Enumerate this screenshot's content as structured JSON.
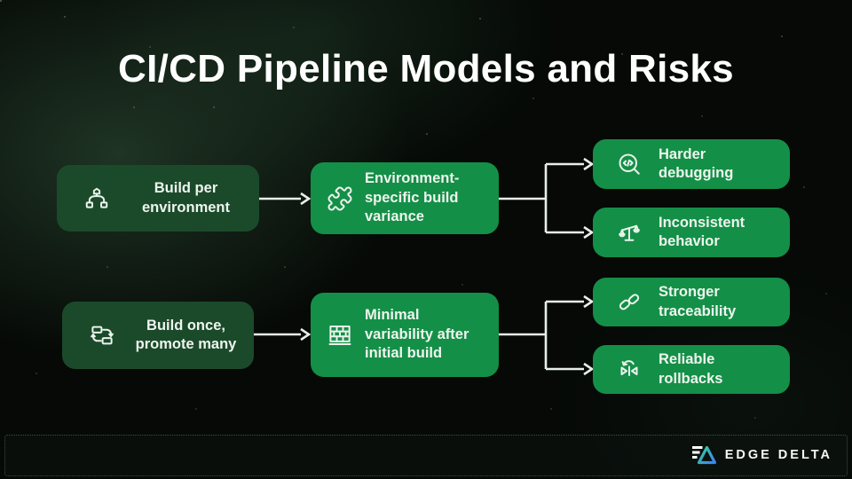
{
  "slide": {
    "title": "CI/CD Pipeline Models and Risks"
  },
  "colors": {
    "model_box": "#1b4a2b",
    "effect_box": "#148f47",
    "background": "#060906",
    "text": "#eef5ee",
    "connector": "#e8efe8",
    "logo_green": "#34d399",
    "logo_blue": "#3b82f6"
  },
  "rows": [
    {
      "model": {
        "label": "Build per\nenvironment",
        "icon": "hierarchy-icon"
      },
      "cause": {
        "label": "Environment-\nspecific build\nvariance",
        "icon": "puzzle-icon"
      },
      "outcomes": [
        {
          "label": "Harder\ndebugging",
          "icon": "code-search-icon"
        },
        {
          "label": "Inconsistent\nbehavior",
          "icon": "scales-icon"
        }
      ]
    },
    {
      "model": {
        "label": "Build once,\npromote many",
        "icon": "promote-cycle-icon"
      },
      "cause": {
        "label": "Minimal\nvariability after\ninitial build",
        "icon": "brick-wall-icon"
      },
      "outcomes": [
        {
          "label": "Stronger\ntraceability",
          "icon": "chain-link-icon"
        },
        {
          "label": "Reliable\nrollbacks",
          "icon": "rollback-icon"
        }
      ]
    }
  ],
  "footer": {
    "brand": "EDGE DELTA"
  }
}
